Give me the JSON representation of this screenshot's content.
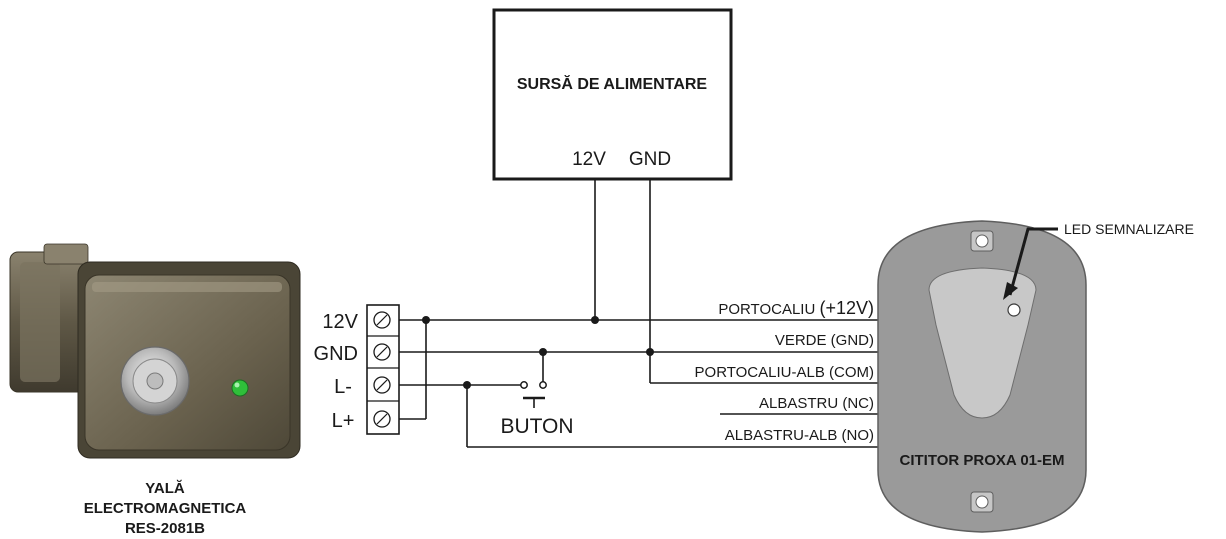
{
  "power_supply": {
    "title": "SURSĂ DE ALIMENTARE",
    "terminal_12v": "12V",
    "terminal_gnd": "GND"
  },
  "terminal_block": {
    "labels": [
      "12V",
      "GND",
      "L-",
      "L+"
    ]
  },
  "wires": {
    "orange": "PORTOCALIU",
    "orange_suffix": "(+12V)",
    "green": "VERDE (GND)",
    "orange_white": "PORTOCALIU-ALB (COM)",
    "blue": "ALBASTRU (NC)",
    "blue_white": "ALBASTRU-ALB (NO)"
  },
  "button": {
    "label": "BUTON"
  },
  "reader": {
    "title": "CITITOR PROXA 01-EM",
    "led_label": "LED SEMNALIZARE"
  },
  "lock": {
    "caption_line1": "YALĂ",
    "caption_line2": "ELECTROMAGNETICA",
    "caption_line3": "RES-2081B"
  },
  "colors": {
    "line": "#1a1a1a",
    "reader_body": "#9a9a9a",
    "reader_window": "#c8c8c8",
    "lock_metal": "#6e6450",
    "led_green": "#2fbf3a"
  }
}
